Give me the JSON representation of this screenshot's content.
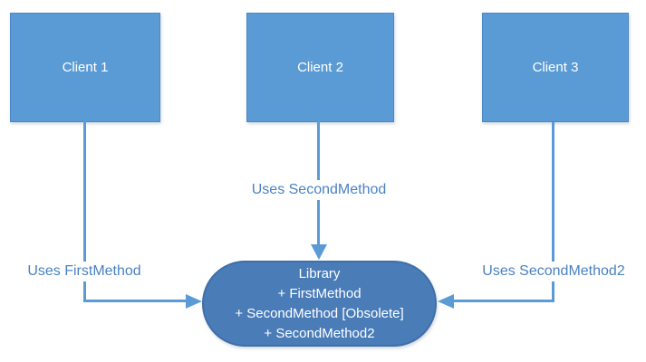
{
  "diagram": {
    "clients": [
      {
        "label": "Client 1"
      },
      {
        "label": "Client 2"
      },
      {
        "label": "Client 3"
      }
    ],
    "connectors": [
      {
        "label": "Uses FirstMethod"
      },
      {
        "label": "Uses SecondMethod"
      },
      {
        "label": "Uses SecondMethod2"
      }
    ],
    "library": {
      "title": "Library",
      "members": [
        "+ FirstMethod",
        "+ SecondMethod [Obsolete]",
        "+ SecondMethod2"
      ]
    },
    "colors": {
      "client_fill": "#5b9bd5",
      "client_border": "#4a86c8",
      "library_fill": "#4a7cb8",
      "library_border": "#3f6fa8",
      "connector": "#5b9bd5",
      "label_text": "#4a82c2",
      "box_text": "#ffffff"
    }
  }
}
